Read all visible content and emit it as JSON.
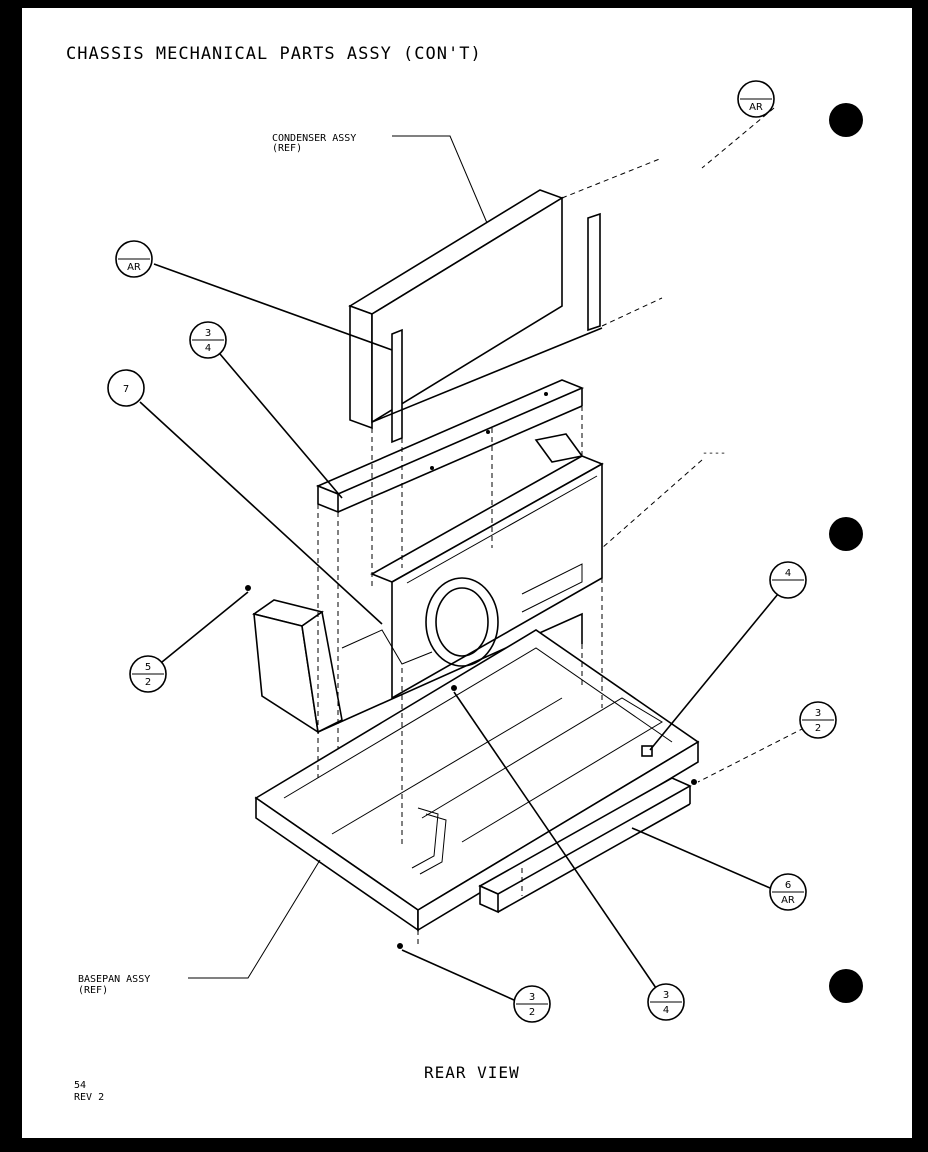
{
  "title": "CHASSIS MECHANICAL PARTS ASSY (CON'T)",
  "caption": "REAR VIEW",
  "page_number": "54",
  "revision": "REV 2",
  "labels": {
    "condenser_line1": "CONDENSER ASSY",
    "condenser_line2": "(REF)",
    "basepan_line1": "BASEPAN ASSY",
    "basepan_line2": "(REF)"
  },
  "callouts": {
    "top_right": {
      "top": "",
      "bottom": "AR"
    },
    "left_upper": {
      "top": "",
      "bottom": "AR"
    },
    "three_four_upper": {
      "top": "3",
      "bottom": "4"
    },
    "seven": {
      "top": "7",
      "bottom": ""
    },
    "five_two": {
      "top": "5",
      "bottom": "2"
    },
    "right_upper": {
      "top": "4",
      "bottom": ""
    },
    "three_two_right": {
      "top": "3",
      "bottom": "2"
    },
    "ar_right": {
      "top": "6",
      "bottom": "AR"
    },
    "three_two_bottom": {
      "top": "3",
      "bottom": "2"
    },
    "three_four_bottom": {
      "top": "3",
      "bottom": "4"
    }
  },
  "colors": {
    "paper": "#ffffff",
    "ink": "#000000",
    "border": "#000000"
  }
}
